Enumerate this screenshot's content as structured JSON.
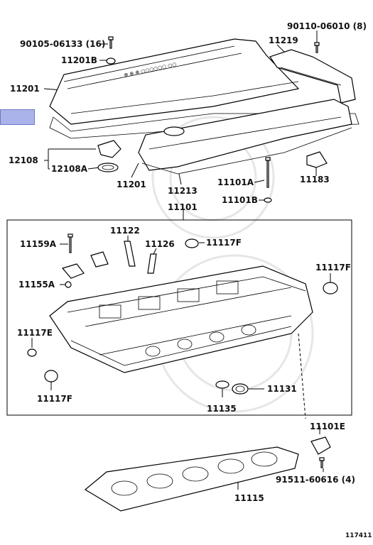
{
  "highlight": {
    "color": "#aab4ea"
  },
  "labels": {
    "p90105": "90105-06133 (16)",
    "p11201b": "11201B",
    "p90110": "90110-06010 (8)",
    "p11219": "11219",
    "p11201": "11201",
    "p12108": "12108",
    "p12108a": "12108A",
    "p11201_2": "11201",
    "p11213": "11213",
    "p11101a": "11101A",
    "p11183": "11183",
    "p11101b": "11101B",
    "p11101": "11101",
    "p11122": "11122",
    "p11159a": "11159A",
    "p11126": "11126",
    "p11117f_top": "11117F",
    "p11117f_right": "11117F",
    "p11155a": "11155A",
    "p11117e": "11117E",
    "p11117f_bottom": "11117F",
    "p11131": "11131",
    "p11135": "11135",
    "p11101e": "11101E",
    "p91511": "91511-60616 (4)",
    "p11115": "11115",
    "figure_no": "117411"
  }
}
